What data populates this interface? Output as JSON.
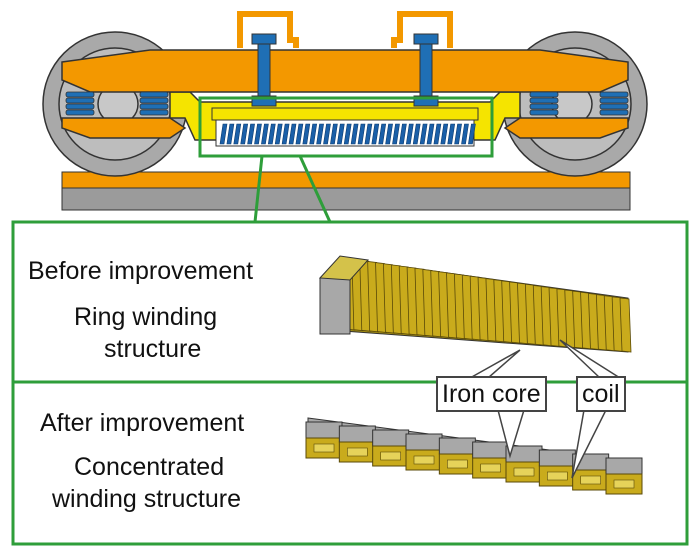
{
  "before": {
    "title": "Before improvement",
    "line1": "Ring winding",
    "line2": "structure"
  },
  "after": {
    "title": "After improvement",
    "line1": "Concentrated",
    "line2": "winding structure"
  },
  "callouts": {
    "iron_core": "Iron core",
    "coil": "coil"
  },
  "colors": {
    "frame_orange": "#f39800",
    "spring_blue": "#1f6fb5",
    "coil_blue": "#1a5fa8",
    "bracket_yellow": "#f5e400",
    "wheel_gray": "#a9a9a9",
    "rail_gray": "#9b9b9b",
    "box_green": "#2e9e3a",
    "coil_gold": "#c9ab1c",
    "core_gray": "#a8a8a8"
  }
}
